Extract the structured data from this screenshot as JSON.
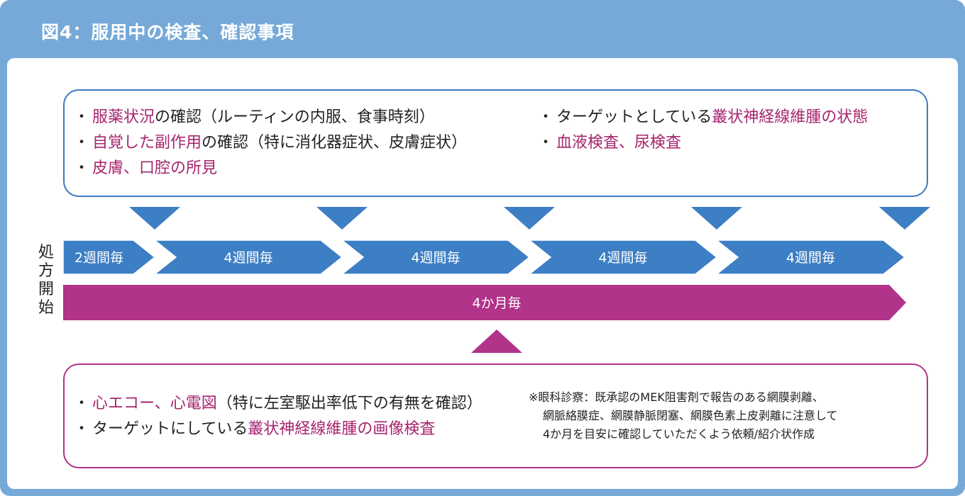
{
  "title": "図4：服用中の検査、確認事項",
  "top_box": {
    "left_items": [
      [
        {
          "t": "服薬状況",
          "hl": true
        },
        {
          "t": "の確認（ルーティンの内服、食事時刻）",
          "hl": false
        }
      ],
      [
        {
          "t": "自覚した副作用",
          "hl": true
        },
        {
          "t": "の確認（特に消化器症状、皮膚症状）",
          "hl": false
        }
      ],
      [
        {
          "t": "皮膚、口腔の所見",
          "hl": true
        }
      ]
    ],
    "right_items": [
      [
        {
          "t": "ターゲットとしている",
          "hl": false
        },
        {
          "t": "叢状神経線維腫の状態",
          "hl": true
        }
      ],
      [
        {
          "t": "血液検査、尿検査",
          "hl": true
        }
      ]
    ]
  },
  "timeline": {
    "start_label": [
      "処",
      "方",
      "開",
      "始"
    ],
    "blue_segments": [
      "2週間毎",
      "4週間毎",
      "4週間毎",
      "4週間毎",
      "4週間毎"
    ],
    "magenta_label": "4か月毎"
  },
  "bottom_box": {
    "items": [
      [
        {
          "t": "心エコー、心電図",
          "hl": true
        },
        {
          "t": "（特に左室駆出率低下の有無を確認）",
          "hl": false
        }
      ],
      [
        {
          "t": "ターゲットにしている",
          "hl": false
        },
        {
          "t": "叢状神経線維腫の画像検査",
          "hl": true
        }
      ]
    ],
    "note": [
      "※眼科診察：既承認のMEK阻害剤で報告のある網膜剥離、",
      "網脈絡膜症、網膜静脈閉塞、網膜色素上皮剥離に注意して",
      "4か月を目安に確認していただくよう依頼/紹介状作成"
    ]
  },
  "colors": {
    "frame": "#76a9d8",
    "blue_arrow": "#3d7fc4",
    "magenta_arrow": "#b1338a",
    "highlight_text": "#a6246e"
  }
}
